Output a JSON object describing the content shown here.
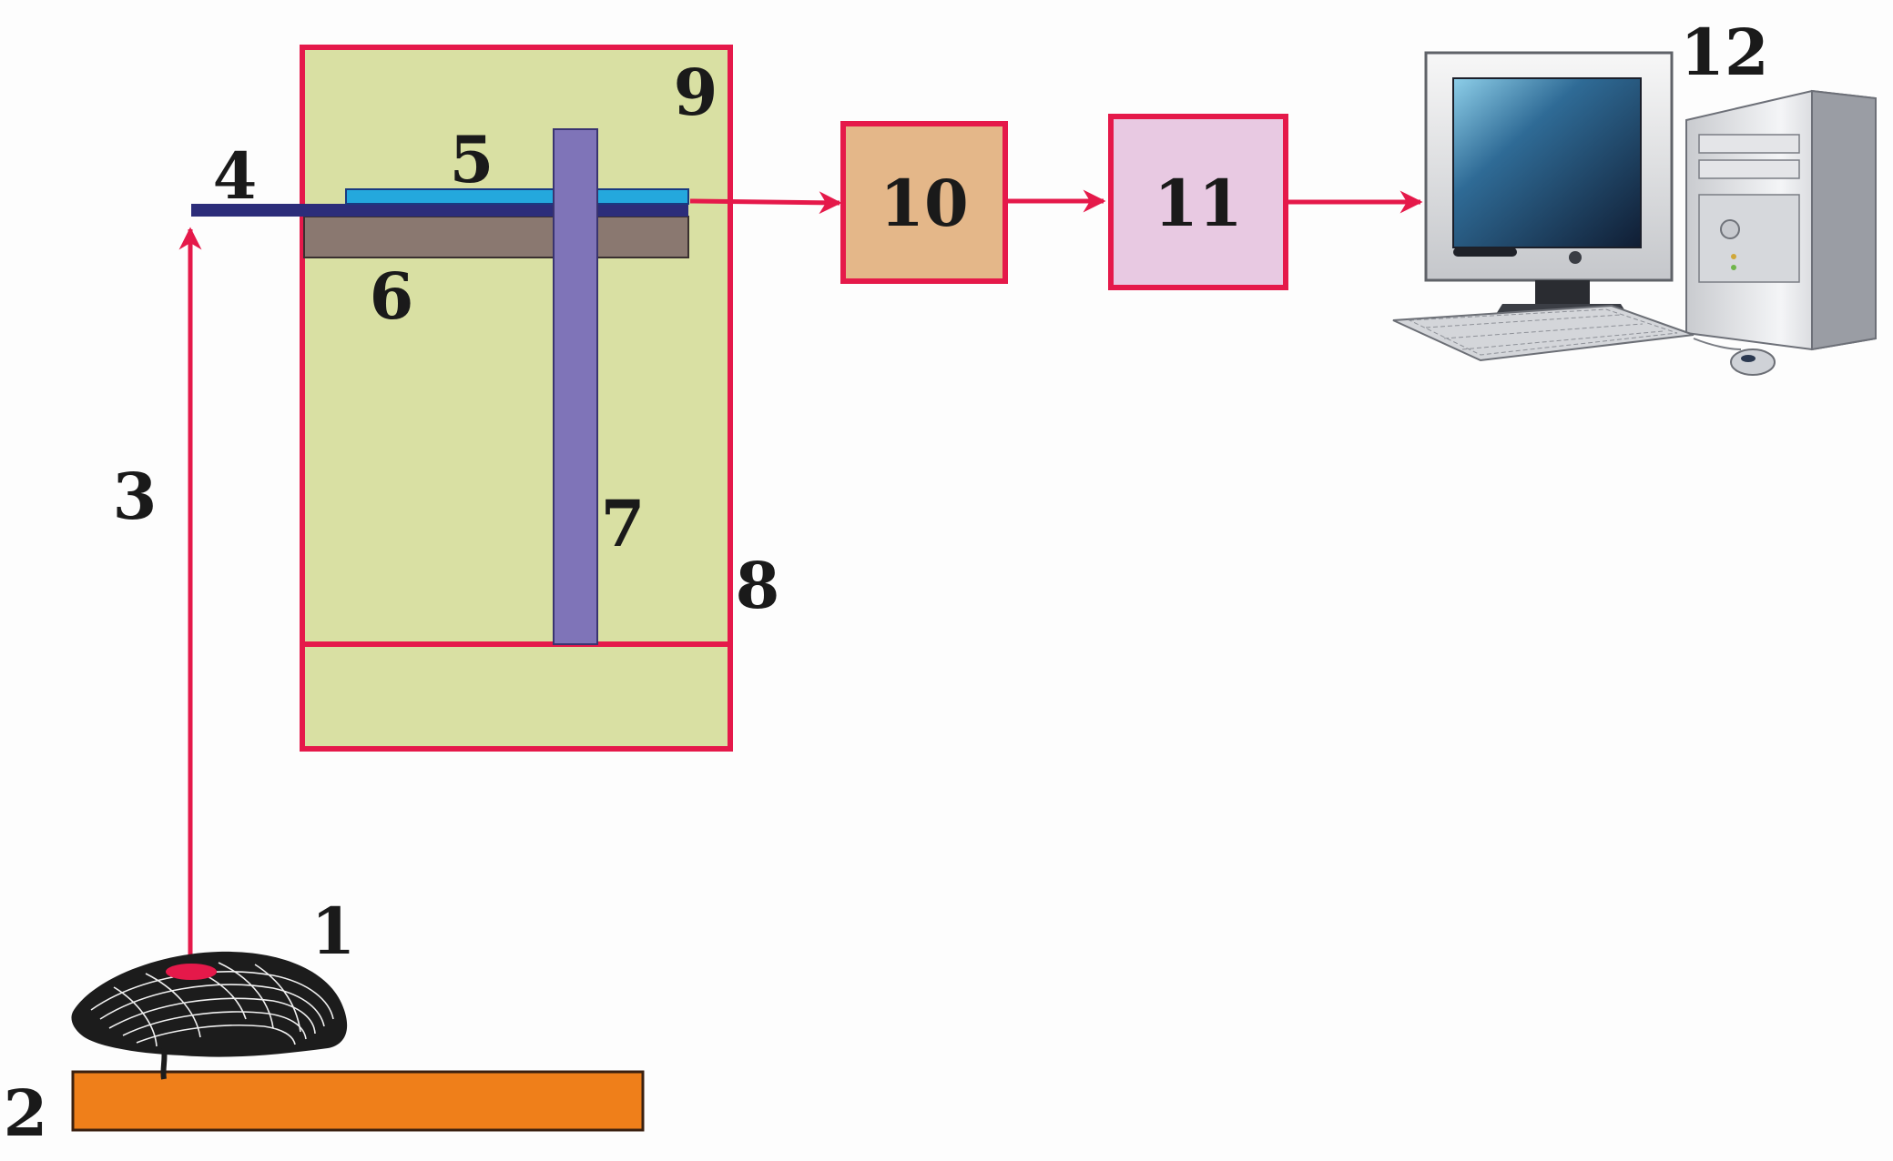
{
  "labels": {
    "l1": "1",
    "l2": "2",
    "l3": "3",
    "l4": "4",
    "l5": "5",
    "l6": "6",
    "l7": "7",
    "l8": "8",
    "l9": "9",
    "l10": "10",
    "l11": "11",
    "l12": "12"
  },
  "colors": {
    "arrow": "#e5194a",
    "chamber_fill": "#d9e0a3",
    "chamber_border": "#e5194a",
    "box10_fill": "#e4b789",
    "box11_fill": "#e8c9e2",
    "beam_fill": "#2c2d7a",
    "sensor_fill": "#24a8dd",
    "base_fill": "#8a7870",
    "post_fill": "#7f74b8",
    "platform_fill": "#ef7f1a",
    "monitor_screen": "#163a5c"
  },
  "icons": {
    "specimen": "mussel-shell-icon",
    "computer": "desktop-computer-icon"
  }
}
